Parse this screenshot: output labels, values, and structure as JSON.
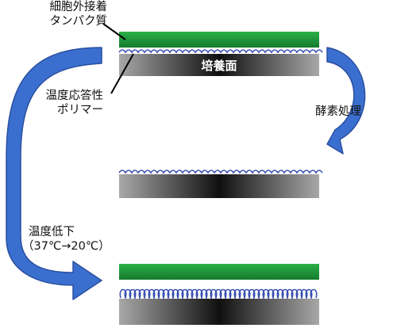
{
  "labels": {
    "adhesion_protein_line1": "細胞外接着",
    "adhesion_protein_line2": "タンパク質",
    "culture_surface": "培養面",
    "thermo_polymer_line1": "温度応答性",
    "thermo_polymer_line2": "ポリマー",
    "enzyme_treatment": "酵素処理",
    "temp_drop_line1": "温度低下",
    "temp_drop_line2": "（37℃→20℃）"
  },
  "colors": {
    "protein_green": "#1f9a3a",
    "polymer_blue": "#3a50b0",
    "arrow_blue": "#3b6fcf",
    "surface_dark": "#101010",
    "surface_light": "#a8a8a8"
  }
}
